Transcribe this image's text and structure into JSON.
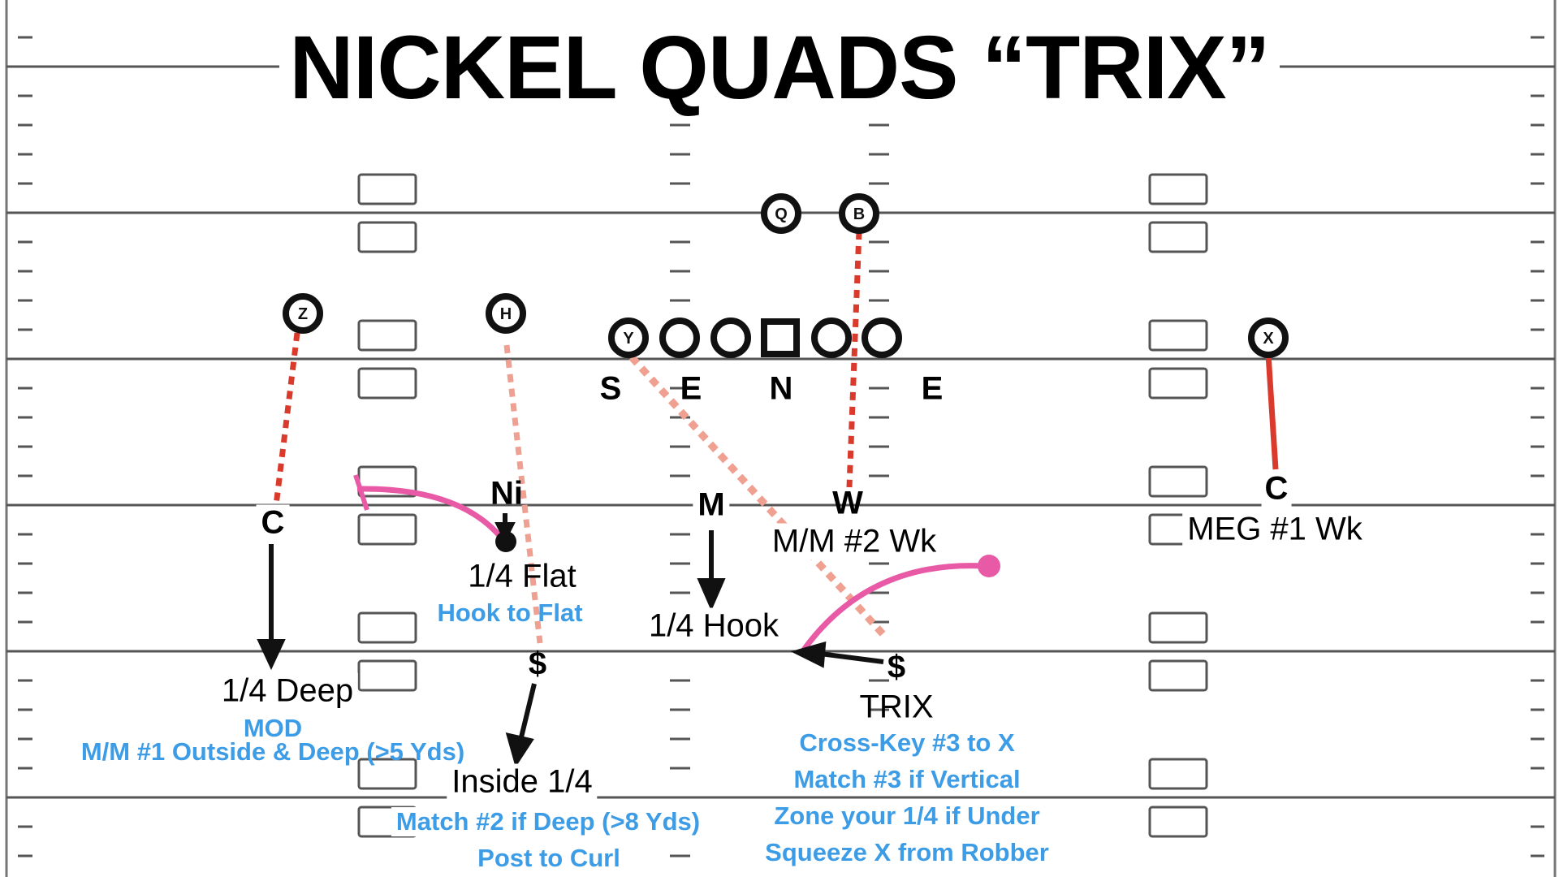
{
  "title": "NICKEL QUADS “TRIX”",
  "offense": {
    "qb": "Q",
    "back": "B",
    "z": "Z",
    "h": "H",
    "y": "Y",
    "x": "X"
  },
  "defense": {
    "s": "S",
    "e_left": "E",
    "n": "N",
    "e_right": "E",
    "nickel": "Ni",
    "mike": "M",
    "will": "W",
    "corner_left": "C",
    "corner_right": "C",
    "safety_left": "$",
    "safety_right": "$"
  },
  "assignments": {
    "corner_left_zone": "1/4 Deep",
    "corner_left_note1": "MOD",
    "corner_left_note2": "M/M #1 Outside & Deep (>5 Yds)",
    "nickel_zone": "1/4 Flat",
    "nickel_note": "Hook to Flat",
    "mike_zone": "1/4 Hook",
    "will_zone": "M/M #2 Wk",
    "corner_right_zone": "MEG #1 Wk",
    "safety_left_zone": "Inside 1/4",
    "safety_left_note1": "Match #2 if Deep (>8 Yds)",
    "safety_left_note2": "Post to Curl",
    "safety_right_call": "TRIX",
    "safety_right_note1": "Cross-Key #3 to X",
    "safety_right_note2": "Match #3 if Vertical",
    "safety_right_note3": "Zone your 1/4 if Under",
    "safety_right_note4": "Squeeze X from Robber"
  },
  "colors": {
    "field_lines": "#555555",
    "red_key": "#d93a2b",
    "light_red_key": "#f0a090",
    "pink_route": "#e85aa5",
    "note_blue": "#3d9ce6"
  }
}
